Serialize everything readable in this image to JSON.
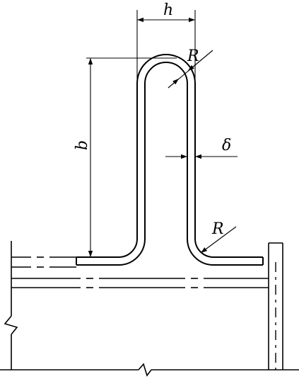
{
  "labels": {
    "width": "h",
    "height": "b",
    "radius_top": "R",
    "radius_bottom": "R",
    "thickness": "δ"
  }
}
